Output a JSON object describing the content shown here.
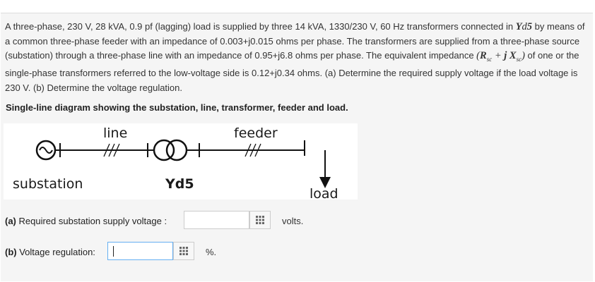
{
  "problem": {
    "part1": "A three-phase, 230 V, 28 kVA, 0.9 pf (lagging) load is supplied by three 14 kVA, 1330/230 V, 60 Hz transformers connected in ",
    "conn_math": "Yd5",
    "part2": " by means of a common three-phase feeder with an impedance of 0.003+j0.015 ohms per phase. The transformers are supplied from a three-phase source (substation) through a three-phase line with an impedance of 0.95+j6.8 ohms per phase. The equivalent impedance ",
    "part3": " of one or the single-phase transformers referred to the low-voltage side is 0.12+j0.34 ohms. (a) Determine the required supply voltage if the load voltage is 230 V. (b) Determine the voltage regulation."
  },
  "diagram": {
    "title": "Single-line diagram showing the substation, line, transformer, feeder and load.",
    "labels": {
      "line": "line",
      "feeder": "feeder",
      "substation": "substation",
      "transformer": "Yd5",
      "load": "load"
    }
  },
  "questions": {
    "a": {
      "prefix": "(a)",
      "label": " Required substation supply voltage :",
      "value": "",
      "unit": "volts."
    },
    "b": {
      "prefix": "(b)",
      "label": " Voltage regulation:",
      "value": "",
      "unit": "%."
    }
  },
  "icons": {
    "keypad": "keypad-grid-icon",
    "source": "ac-source-icon"
  }
}
